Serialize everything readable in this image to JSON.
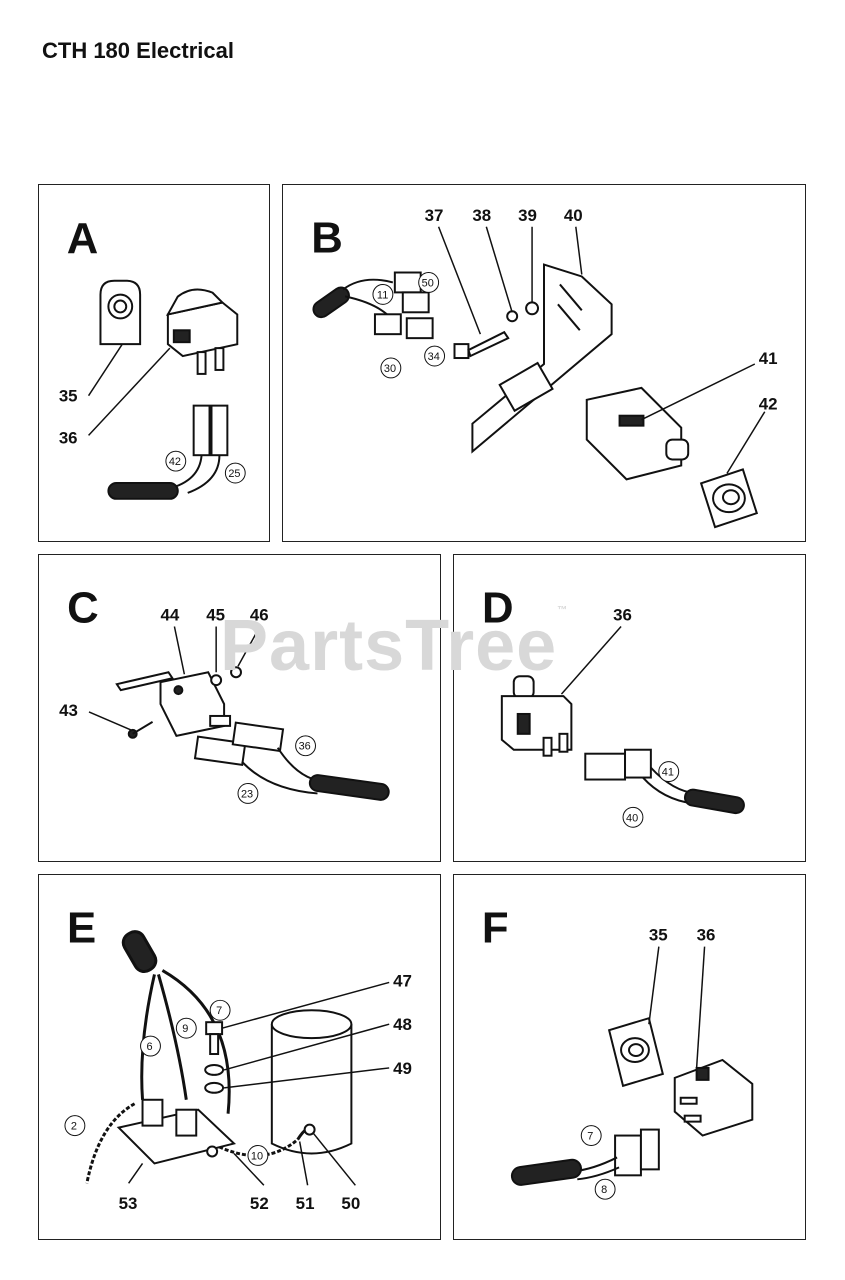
{
  "title": "CTH 180 Electrical",
  "watermark": "PartsTree",
  "watermark_tm": "™",
  "panels": {
    "A": {
      "label": "A",
      "callouts": [
        "35",
        "36"
      ],
      "circled": [
        "42",
        "25"
      ]
    },
    "B": {
      "label": "B",
      "callouts": [
        "37",
        "38",
        "39",
        "40",
        "41",
        "42"
      ],
      "circled": [
        "50",
        "11",
        "30",
        "34"
      ]
    },
    "C": {
      "label": "C",
      "callouts": [
        "44",
        "45",
        "46",
        "43"
      ],
      "circled": [
        "36",
        "23"
      ]
    },
    "D": {
      "label": "D",
      "callouts": [
        "36"
      ],
      "circled": [
        "41",
        "40"
      ]
    },
    "E": {
      "label": "E",
      "callouts": [
        "47",
        "48",
        "49",
        "53",
        "52",
        "51",
        "50"
      ],
      "circled": [
        "7",
        "6",
        "9",
        "2",
        "10"
      ]
    },
    "F": {
      "label": "F",
      "callouts": [
        "35",
        "36"
      ],
      "circled": [
        "7",
        "8"
      ]
    }
  }
}
